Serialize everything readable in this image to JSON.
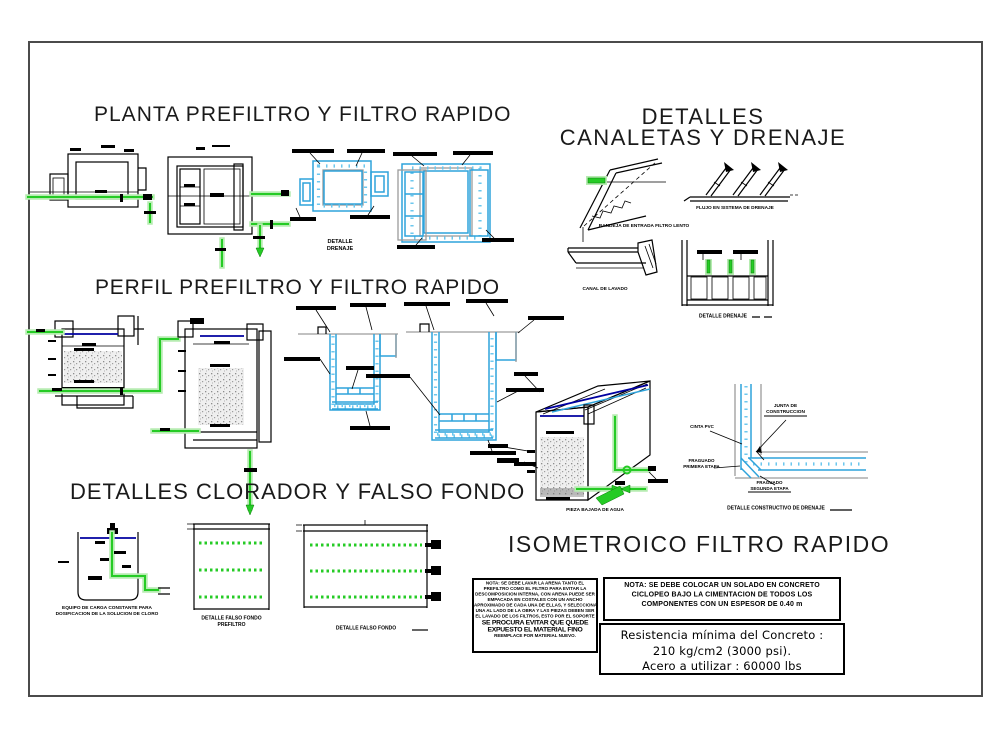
{
  "colors": {
    "frame": "#4b4b4b",
    "line_black": "#000000",
    "structure_cyan": "#2ea3db",
    "pipe_green": "#25cb25",
    "pipe_green_glow": "#b5ecb0",
    "water_navy": "#0000a0",
    "outline_gray": "#9c9c9c"
  },
  "titles": {
    "planta": "PLANTA PREFILTRO Y FILTRO RAPIDO",
    "canaletas_line1": "DETALLES",
    "canaletas_line2": "CANALETAS Y DRENAJE",
    "perfil": "PERFIL PREFILTRO Y FILTRO RAPIDO",
    "clorador": "DETALLES CLORADOR Y FALSO FONDO",
    "isometrico": "ISOMETROICO FILTRO RAPIDO"
  },
  "captions": {
    "detalle_drenaje_planta": "DETALLE DRENAJE",
    "bandeja_entrada": "BANDEJA DE ENTRADA FILTRO LENTO",
    "flujo_drenaje": "FLUJO EN SISTEMA DE DRENAJE",
    "canal_lavado": "CANAL DE LAVADO",
    "detalle_drenaje_seccion": "DETALLE DRENAJE",
    "clorador_line1": "EQUIPO DE CARGA CONSTANTE PARA",
    "clorador_line2": "DOSIFICACION DE LA SOLUCION DE CLORO",
    "falso_fondo_prefiltro_line1": "DETALLE FALSO FONDO",
    "falso_fondo_prefiltro_line2": "PREFILTRO",
    "falso_fondo_filtro": "DETALLE FALSO FONDO",
    "iso_salida": "PIEZA BAJADA DE AGUA",
    "cinta_pvc": "CINTA PVC",
    "junta_line1": "JUNTA DE",
    "junta_line2": "CONSTRUCCION",
    "fraguado_primera_line1": "FRAGUADO",
    "fraguado_primera_line2": "PRIMERA ETAPA",
    "fraguado_segunda_line1": "FRAGUADO",
    "fraguado_segunda_line2": "SEGUNDA ETAPA",
    "detalle_constructivo": "DETALLE CONSTRUCTIVO DE DRENAJE"
  },
  "notes": {
    "dense": {
      "l1": "NOTA: SE DEBE LAVAR LA ARENA TANTO EL",
      "l2": "PREFILTRO COMO EL FILTRO PARA EVITAR LA",
      "l3": "DESCOMPOSICION INTERNA, CON ARENA PUEDE SER",
      "l4": "EMPACADA EN COSTALES CON UN ANCHO",
      "l5": "APROXIMADO DE CADA UNA DE ELLAS, Y SELECCIONADA",
      "l6": "UNA AL LADO DE LA OBRA Y LAS PIEZAS DEBEN SER",
      "l7": "EL LAVADO DE LOS FILTROS, ESTO POR EL SOPORTE",
      "l8": "SE PROCURA EVITAR QUE QUEDE",
      "l9": "EXPUESTO EL MATERIAL FINO",
      "l10": "REEMPLACE POR MATERIAL NUEVO."
    },
    "solado": {
      "l1": "NOTA: SE DEBE COLOCAR UN SOLADO EN CONCRETO",
      "l2": "CICLOPEO BAJO LA CIMENTACION DE TODOS LOS",
      "l3": "COMPONENTES CON UN ESPESOR DE 0.40 m"
    },
    "materiales": {
      "l1": "Resistencia mínima del Concreto :",
      "l2": "210 kg/cm2 (3000 psi).",
      "l3": "Acero a utilizar : 60000 lbs"
    }
  }
}
